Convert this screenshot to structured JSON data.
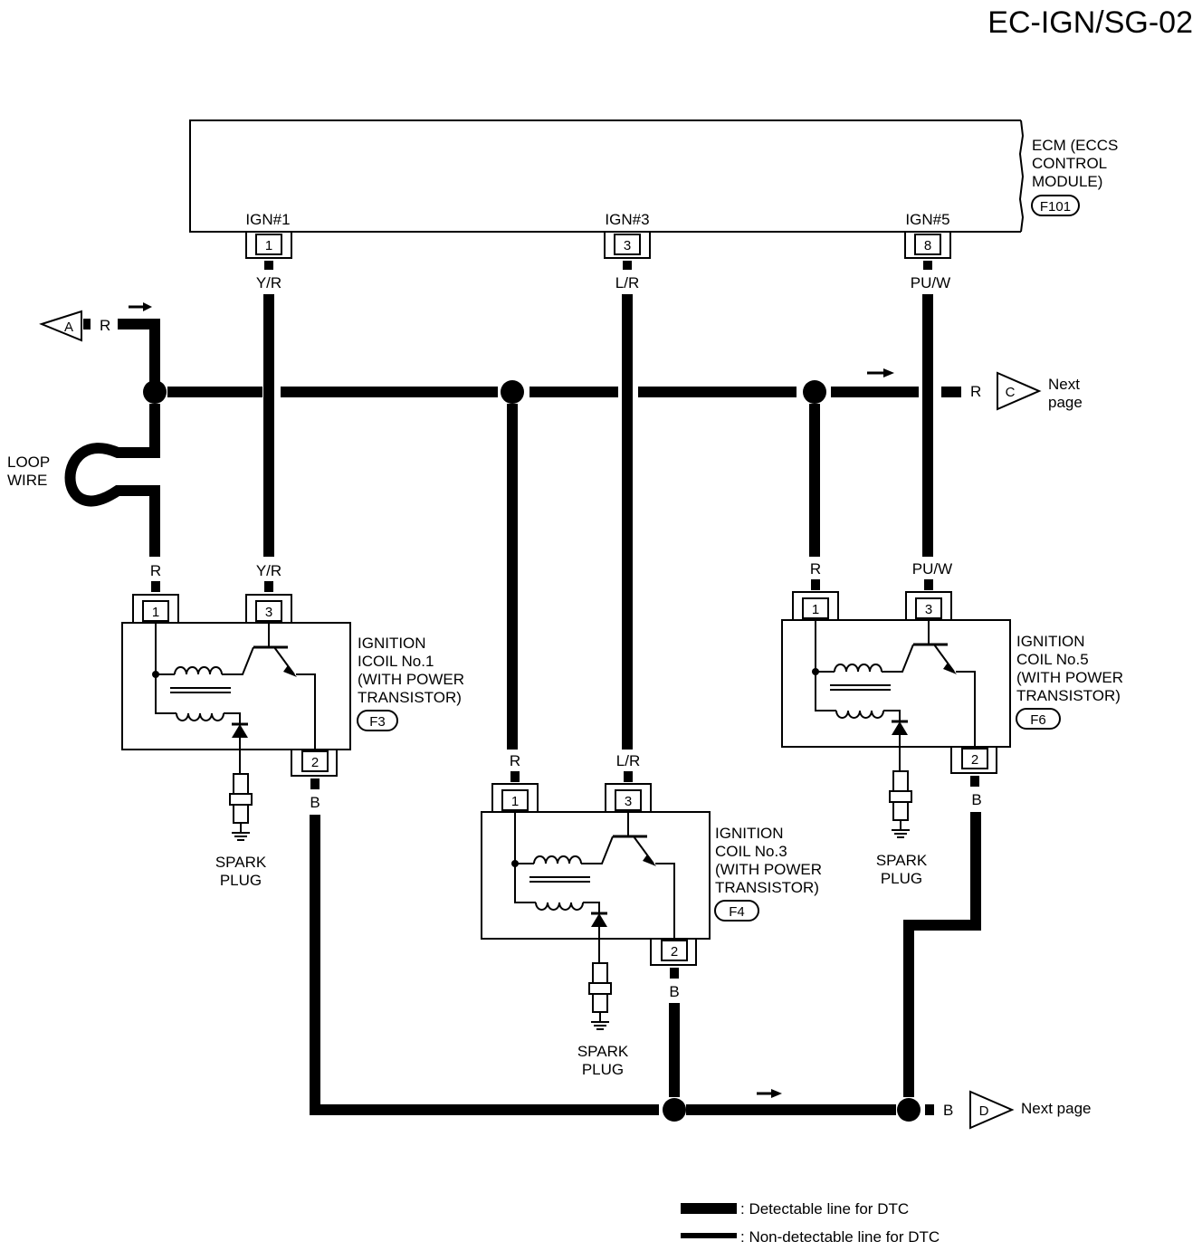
{
  "title": "EC-IGN/SG-02",
  "ecm": {
    "name_lines": [
      "ECM (ECCS",
      "CONTROL",
      "MODULE)"
    ],
    "connector": "F101",
    "terminals": [
      {
        "name": "IGN#1",
        "pin": "1",
        "wire": "Y/R"
      },
      {
        "name": "IGN#3",
        "pin": "3",
        "wire": "L/R"
      },
      {
        "name": "IGN#5",
        "pin": "8",
        "wire": "PU/W"
      }
    ]
  },
  "connectors": {
    "A": {
      "letter": "A",
      "wire": "R"
    },
    "C": {
      "letter": "C",
      "wire": "R",
      "label_lines": [
        "Next",
        "page"
      ]
    },
    "D": {
      "letter": "D",
      "wire": "B",
      "label": "Next page"
    }
  },
  "loop_wire_lines": [
    "LOOP",
    "WIRE"
  ],
  "coils": [
    {
      "id": "coil1",
      "name_lines": [
        "IGNITION",
        "ICOIL No.1",
        "(WITH POWER",
        "TRANSISTOR)"
      ],
      "connector": "F3",
      "pin_a": "1",
      "wire_a": "R",
      "pin_b": "3",
      "wire_b": "Y/R",
      "pin_c": "2",
      "wire_c": "B"
    },
    {
      "id": "coil3",
      "name_lines": [
        "IGNITION",
        "COIL No.3",
        "(WITH POWER",
        "TRANSISTOR)"
      ],
      "connector": "F4",
      "pin_a": "1",
      "wire_a": "R",
      "pin_b": "3",
      "wire_b": "L/R",
      "pin_c": "2",
      "wire_c": "B"
    },
    {
      "id": "coil5",
      "name_lines": [
        "IGNITION",
        "COIL No.5",
        "(WITH POWER",
        "TRANSISTOR)"
      ],
      "connector": "F6",
      "pin_a": "1",
      "wire_a": "R",
      "pin_b": "3",
      "wire_b": "PU/W",
      "pin_c": "2",
      "wire_c": "B"
    }
  ],
  "spark_plug_lines": [
    "SPARK",
    "PLUG"
  ],
  "legend": {
    "detectable": ": Detectable line for DTC",
    "non_detectable": ": Non-detectable line for DTC"
  }
}
